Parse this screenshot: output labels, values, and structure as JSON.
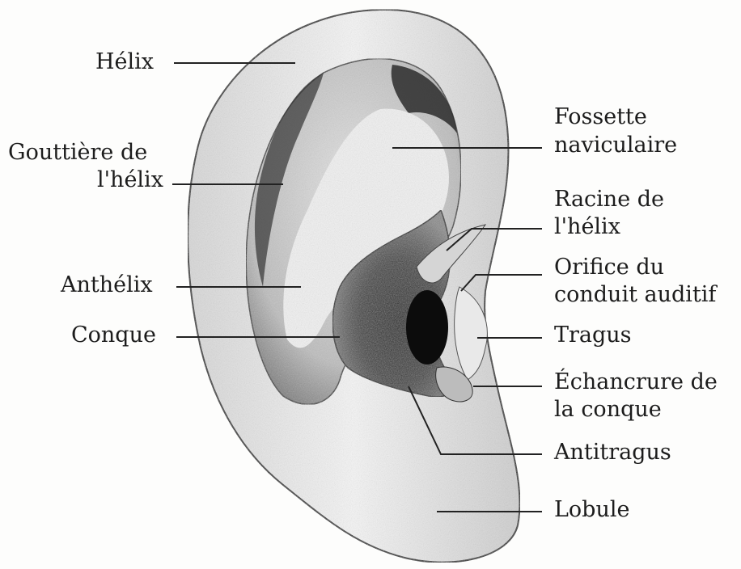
{
  "labels": {
    "helix": "Hélix",
    "gouttiere_line1": "Gouttière de",
    "gouttiere_line2": "l'hélix",
    "anthelix": "Anthélix",
    "conque": "Conque",
    "fossette_line1": "Fossette",
    "fossette_line2": "naviculaire",
    "racine_line1": "Racine de",
    "racine_line2": "l'hélix",
    "orifice_line1": "Orifice du",
    "orifice_line2": "conduit auditif",
    "tragus": "Tragus",
    "echancrure_line1": "Échancrure de",
    "echancrure_line2": "la conque",
    "antitragus": "Antitragus",
    "lobule": "Lobule"
  }
}
